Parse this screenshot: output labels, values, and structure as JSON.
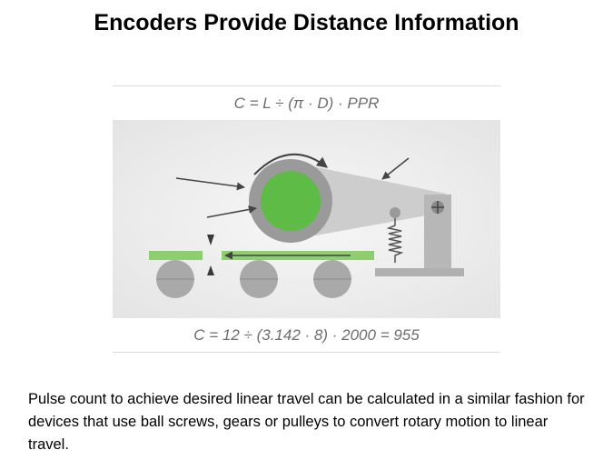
{
  "slide": {
    "title": "Encoders Provide Distance Information",
    "formula_general": "C = L ÷ (π · D) · PPR",
    "formula_example": "C = 12 ÷ (3.142 · 8) · 2000 = 955",
    "body": "Pulse count to achieve desired linear travel can be calculated in a similar fashion for devices that use ball screws, gears or pulleys to convert rotary motion to linear travel."
  },
  "colors": {
    "accent_green": "#5dbb46",
    "light_green": "#8fce6f",
    "gray": "#a9a9a9",
    "diagram_bg": "#eaeaea"
  }
}
